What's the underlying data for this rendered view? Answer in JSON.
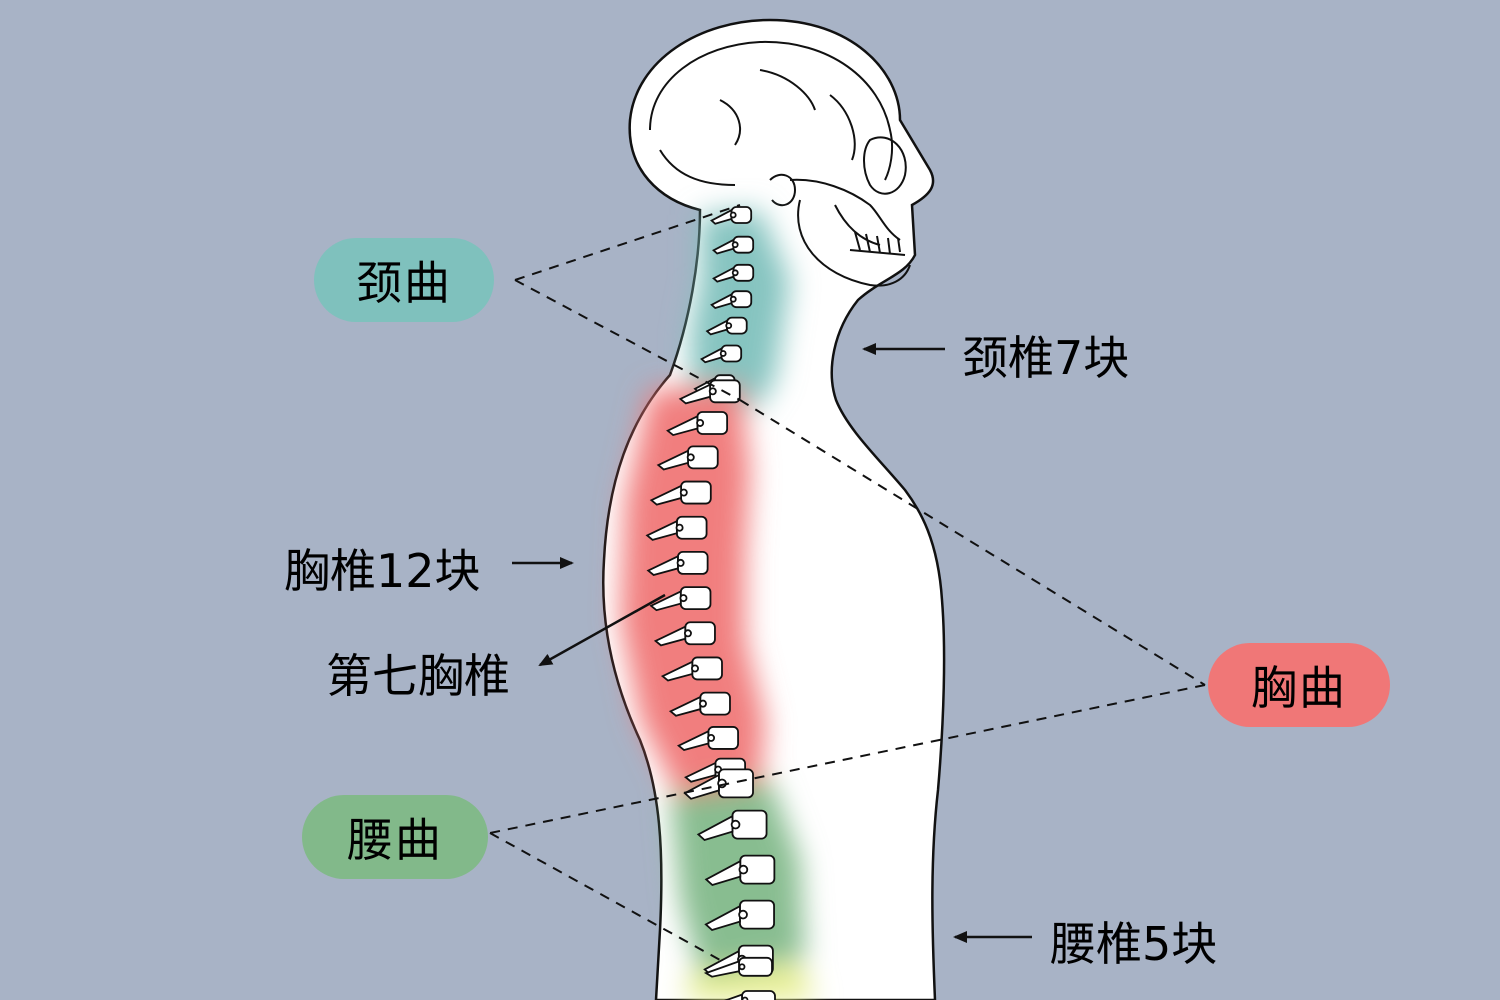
{
  "labels": {
    "cervical_curve": "颈曲",
    "thoracic_curve": "胸曲",
    "lumbar_curve": "腰曲",
    "cervical_vertebrae": "颈椎7块",
    "thoracic_vertebrae": "胸椎12块",
    "seventh_thoracic": "第七胸椎",
    "lumbar_vertebrae": "腰椎5块"
  },
  "colors": {
    "background": "#a8b3c6",
    "cervical": "#7fc1bd",
    "thoracic": "#f07777",
    "lumbar": "#82b98a",
    "sacral": "#e6ee8a",
    "body_fill": "#ffffff",
    "outline": "#111111"
  }
}
